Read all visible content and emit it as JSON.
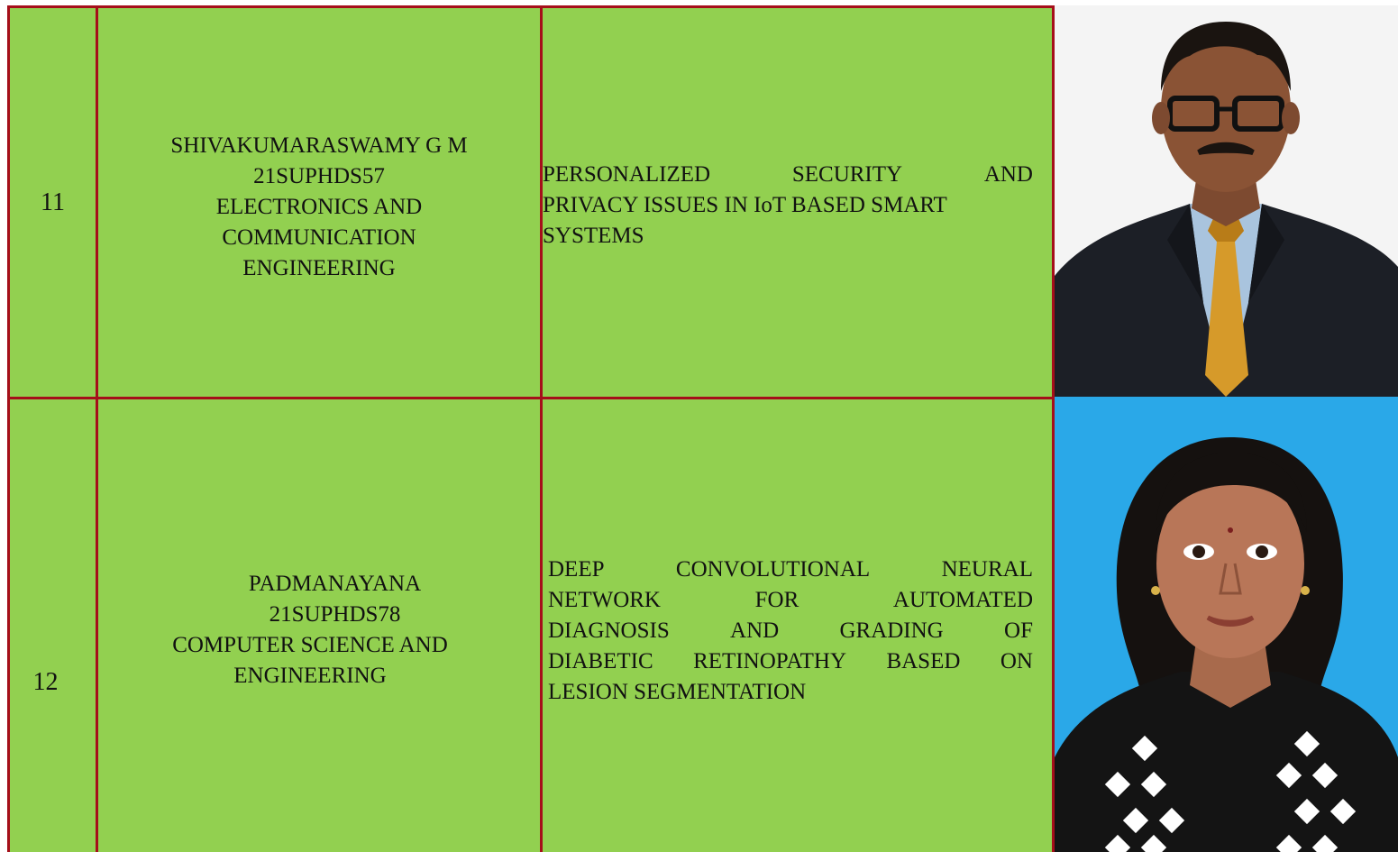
{
  "rows": [
    {
      "sno": "11",
      "name": "SHIVAKUMARASWAMY G M",
      "reg_no": "21SUPHDS57",
      "department_line1": "ELECTRONICS AND",
      "department_line2": "COMMUNICATION",
      "department_line3": "ENGINEERING",
      "title_lines": [
        [
          "PERSONALIZED",
          "SECURITY",
          "AND"
        ],
        [
          "PRIVACY ISSUES IN IoT BASED SMART"
        ],
        [
          "SYSTEMS"
        ]
      ],
      "photo_alt": "portrait-of-man-in-suit",
      "photo_bg": "#f2f2f2"
    },
    {
      "sno": "12",
      "name": "PADMANAYANA",
      "reg_no": "21SUPHDS78",
      "department_line1": "COMPUTER SCIENCE AND",
      "department_line2": "ENGINEERING",
      "title_lines": [
        [
          "DEEP",
          "CONVOLUTIONAL",
          "NEURAL"
        ],
        [
          "NETWORK",
          "FOR",
          "AUTOMATED"
        ],
        [
          "DIAGNOSIS",
          "AND",
          "GRADING",
          "OF"
        ],
        [
          "DIABETIC",
          "RETINOPATHY",
          "BASED",
          "ON"
        ],
        [
          "LESION SEGMENTATION"
        ]
      ],
      "photo_alt": "portrait-of-woman",
      "photo_bg": "#2aa8e8"
    }
  ],
  "colors": {
    "cell_green": "#92d050",
    "border_red": "#a50f1a"
  }
}
